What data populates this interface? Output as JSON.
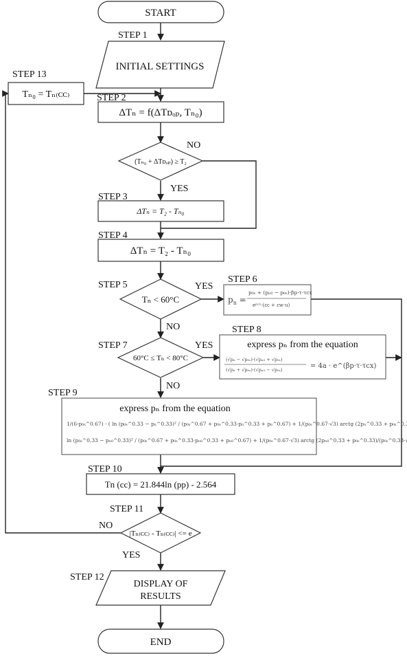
{
  "terminals": {
    "start": "START",
    "end": "END"
  },
  "steps": {
    "s1": "STEP 1",
    "s2": "STEP 2",
    "s3": "STEP 3",
    "s4": "STEP 4",
    "s5": "STEP 5",
    "s6": "STEP 6",
    "s7": "STEP 7",
    "s8": "STEP 8",
    "s9": "STEP 9",
    "s10": "STEP 10",
    "s11": "STEP 11",
    "s12": "STEP 12",
    "s13": "STEP 13"
  },
  "nodes": {
    "initial_settings": "INITIAL SETTINGS",
    "tn0_update": "Tₙ₀ = Tₙ₍ᴄᴄ₎",
    "delta_tn_function": "ΔTₙ = f(ΔTᴅₒₚ, Tₙ₀)",
    "decision_1": "(Tₙ₀ + ΔTᴅₒₚ) ≥ T₂",
    "step3_box": "ΔTₙ = T₂ - Tₙ₀",
    "step4_box": "ΔTₙ = T₂ - Tₙ₀",
    "decision_5": "Tₙ < 60°C",
    "decision_7": "60°C ≤ Tₙ < 80°C",
    "step8_title": "express pₙ from the equation",
    "step9_title": "express pₙ from the equation",
    "step10_box": "Tn (cc) = 21.844ln (pp) - 2.564",
    "decision_11": "|Tₙ₍ᴄᴄ₎ - Tₙ₍ᴄᴄ₎| <= e",
    "display_results_1": "DISPLAY OF",
    "display_results_2": "RESULTS"
  },
  "labels": {
    "yes": "YES",
    "no": "NO"
  }
}
